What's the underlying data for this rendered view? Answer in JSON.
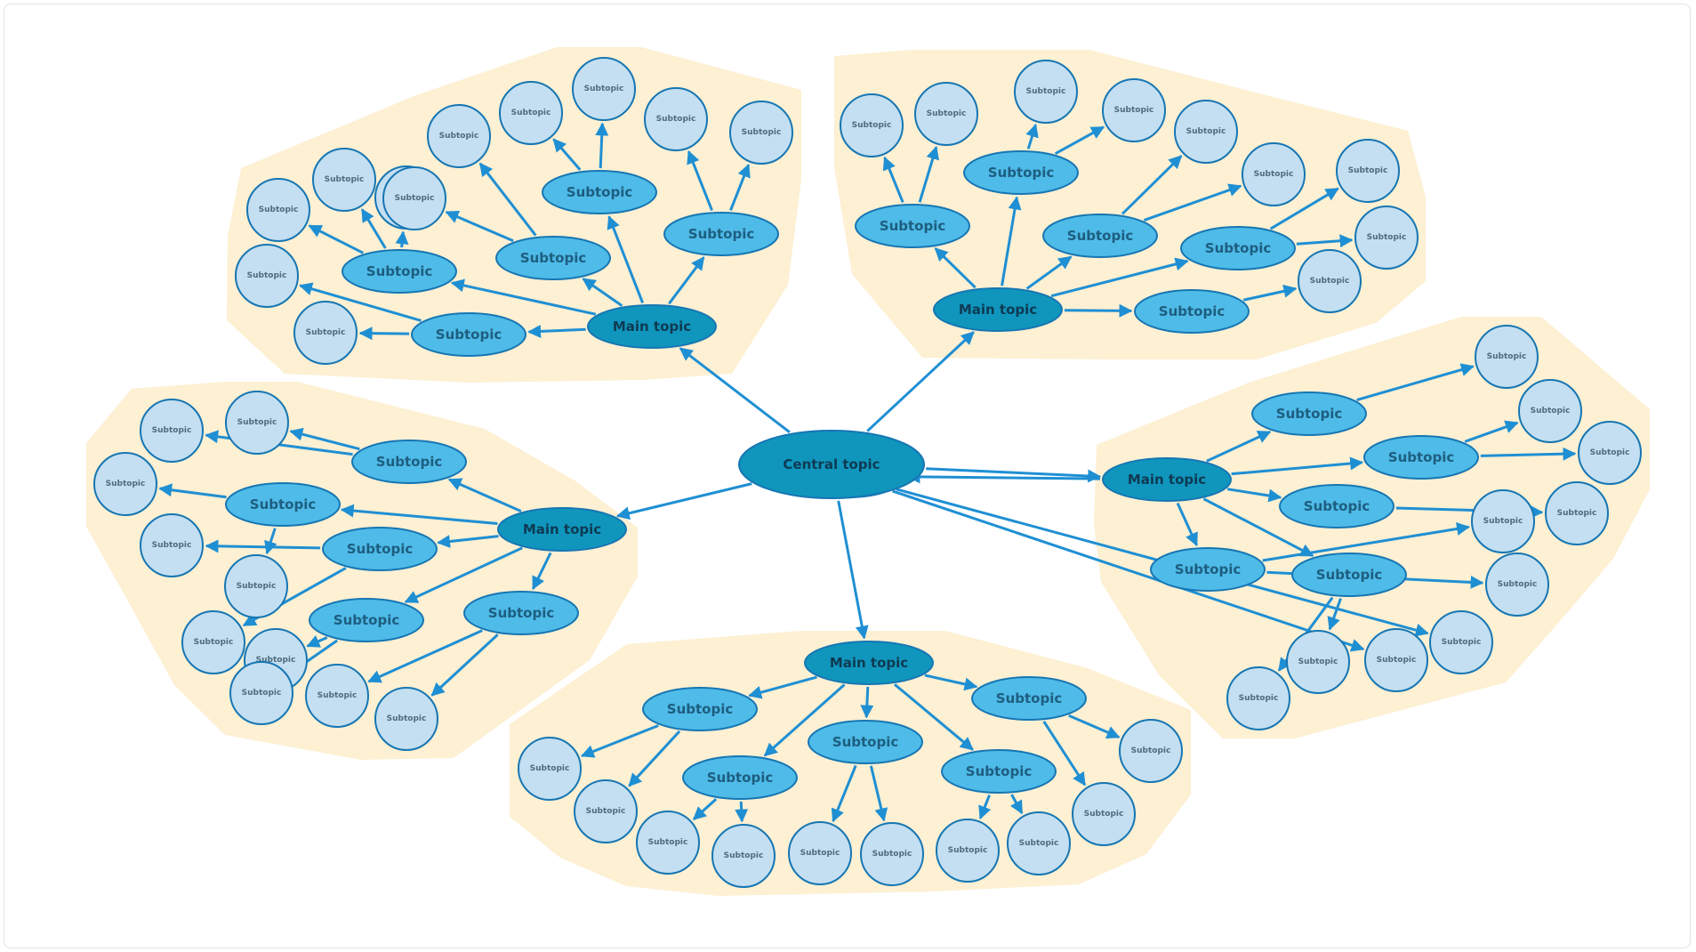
{
  "colors": {
    "group_fill": "#fdf0d3",
    "central_fill": "#1096bd",
    "main_fill": "#1096bd",
    "sub_fill": "#4fbbe8",
    "leaf_fill": "#c4dff1",
    "node_stroke": "#1676b3",
    "edge": "#1f8fd3"
  },
  "diagram": {
    "central": {
      "id": "c",
      "label": "Central topic"
    },
    "groups": [
      {
        "id": "g1",
        "main": {
          "id": "m1",
          "label": "Main topic"
        },
        "subtopics": [
          {
            "id": "s1a",
            "label": "Subtopic",
            "leaves": [
              {
                "id": "l1",
                "label": "Subtopic"
              },
              {
                "id": "l2",
                "label": "Subtopic"
              },
              {
                "id": "l3",
                "label": "Subtopic"
              }
            ]
          },
          {
            "id": "s1b",
            "label": "Subtopic",
            "leaves": [
              {
                "id": "l4",
                "label": "Subtopic"
              },
              {
                "id": "l5",
                "label": "Subtopic"
              }
            ]
          },
          {
            "id": "s1c",
            "label": "Subtopic",
            "leaves": [
              {
                "id": "l6",
                "label": "Subtopic"
              },
              {
                "id": "l7",
                "label": "Subtopic"
              }
            ]
          },
          {
            "id": "s1d",
            "label": "Subtopic",
            "leaves": [
              {
                "id": "l8",
                "label": "Subtopic"
              },
              {
                "id": "l9",
                "label": "Subtopic"
              }
            ]
          },
          {
            "id": "s1e",
            "label": "Subtopic",
            "leaves": [
              {
                "id": "l10",
                "label": "Subtopic"
              },
              {
                "id": "l11",
                "label": "Subtopic"
              }
            ]
          }
        ]
      },
      {
        "id": "g2",
        "main": {
          "id": "m2",
          "label": "Main topic"
        },
        "subtopics": [
          {
            "id": "s2a",
            "label": "Subtopic",
            "leaves": [
              {
                "id": "l12",
                "label": "Subtopic"
              },
              {
                "id": "l13",
                "label": "Subtopic"
              }
            ]
          },
          {
            "id": "s2b",
            "label": "Subtopic",
            "leaves": [
              {
                "id": "l14",
                "label": "Subtopic"
              },
              {
                "id": "l15",
                "label": "Subtopic"
              }
            ]
          },
          {
            "id": "s2c",
            "label": "Subtopic",
            "leaves": [
              {
                "id": "l16",
                "label": "Subtopic"
              },
              {
                "id": "l17",
                "label": "Subtopic"
              }
            ]
          },
          {
            "id": "s2d",
            "label": "Subtopic",
            "leaves": [
              {
                "id": "l18",
                "label": "Subtopic"
              },
              {
                "id": "l19",
                "label": "Subtopic"
              }
            ]
          },
          {
            "id": "s2e",
            "label": "Subtopic",
            "leaves": [
              {
                "id": "l20",
                "label": "Subtopic"
              }
            ]
          }
        ]
      },
      {
        "id": "g3",
        "main": {
          "id": "m3",
          "label": "Main topic"
        },
        "subtopics": [
          {
            "id": "s3a",
            "label": "Subtopic",
            "leaves": [
              {
                "id": "l21",
                "label": "Subtopic"
              }
            ]
          },
          {
            "id": "s3b",
            "label": "Subtopic",
            "leaves": [
              {
                "id": "l22",
                "label": "Subtopic"
              },
              {
                "id": "l23",
                "label": "Subtopic"
              }
            ]
          },
          {
            "id": "s3c",
            "label": "Subtopic",
            "leaves": [
              {
                "id": "l24",
                "label": "Subtopic"
              }
            ]
          },
          {
            "id": "s3d",
            "label": "Subtopic",
            "leaves": [
              {
                "id": "l25",
                "label": "Subtopic"
              },
              {
                "id": "l26",
                "label": "Subtopic"
              }
            ]
          },
          {
            "id": "s3e",
            "label": "Subtopic",
            "leaves": [
              {
                "id": "l27",
                "label": "Subtopic"
              },
              {
                "id": "l28",
                "label": "Subtopic"
              }
            ]
          },
          {
            "id": "s3f",
            "label": "Subtopic",
            "leaves": [
              {
                "id": "l29",
                "label": "Subtopic"
              },
              {
                "id": "l30",
                "label": "Subtopic"
              }
            ]
          }
        ]
      },
      {
        "id": "g4",
        "main": {
          "id": "m4",
          "label": "Main topic"
        },
        "subtopics": [
          {
            "id": "s4a",
            "label": "Subtopic",
            "leaves": [
              {
                "id": "l31",
                "label": "Subtopic"
              },
              {
                "id": "l32",
                "label": "Subtopic"
              }
            ]
          },
          {
            "id": "s4b",
            "label": "Subtopic",
            "leaves": [
              {
                "id": "l33",
                "label": "Subtopic"
              },
              {
                "id": "l34",
                "label": "Subtopic"
              }
            ]
          },
          {
            "id": "s4c",
            "label": "Subtopic",
            "leaves": [
              {
                "id": "l35",
                "label": "Subtopic"
              },
              {
                "id": "l36",
                "label": "Subtopic"
              }
            ]
          },
          {
            "id": "s4d",
            "label": "Subtopic",
            "leaves": [
              {
                "id": "l37",
                "label": "Subtopic"
              },
              {
                "id": "l38",
                "label": "Subtopic"
              }
            ]
          },
          {
            "id": "s4e",
            "label": "Subtopic",
            "leaves": [
              {
                "id": "l39",
                "label": "Subtopic"
              },
              {
                "id": "l40",
                "label": "Subtopic"
              }
            ]
          }
        ]
      },
      {
        "id": "g5",
        "main": {
          "id": "m5",
          "label": "Main topic"
        },
        "subtopics": [
          {
            "id": "s5a",
            "label": "Subtopic",
            "leaves": [
              {
                "id": "l41",
                "label": "Subtopic"
              },
              {
                "id": "l42",
                "label": "Subtopic"
              }
            ]
          },
          {
            "id": "s5b",
            "label": "Subtopic",
            "leaves": [
              {
                "id": "l43",
                "label": "Subtopic"
              },
              {
                "id": "l44",
                "label": "Subtopic"
              }
            ]
          },
          {
            "id": "s5c",
            "label": "Subtopic",
            "leaves": [
              {
                "id": "l45",
                "label": "Subtopic"
              },
              {
                "id": "l46",
                "label": "Subtopic"
              }
            ]
          },
          {
            "id": "s5d",
            "label": "Subtopic",
            "leaves": [
              {
                "id": "l47",
                "label": "Subtopic"
              },
              {
                "id": "l48",
                "label": "Subtopic"
              }
            ]
          },
          {
            "id": "s5e",
            "label": "Subtopic",
            "leaves": [
              {
                "id": "l49",
                "label": "Subtopic"
              },
              {
                "id": "l50",
                "label": "Subtopic"
              }
            ]
          }
        ]
      }
    ]
  }
}
